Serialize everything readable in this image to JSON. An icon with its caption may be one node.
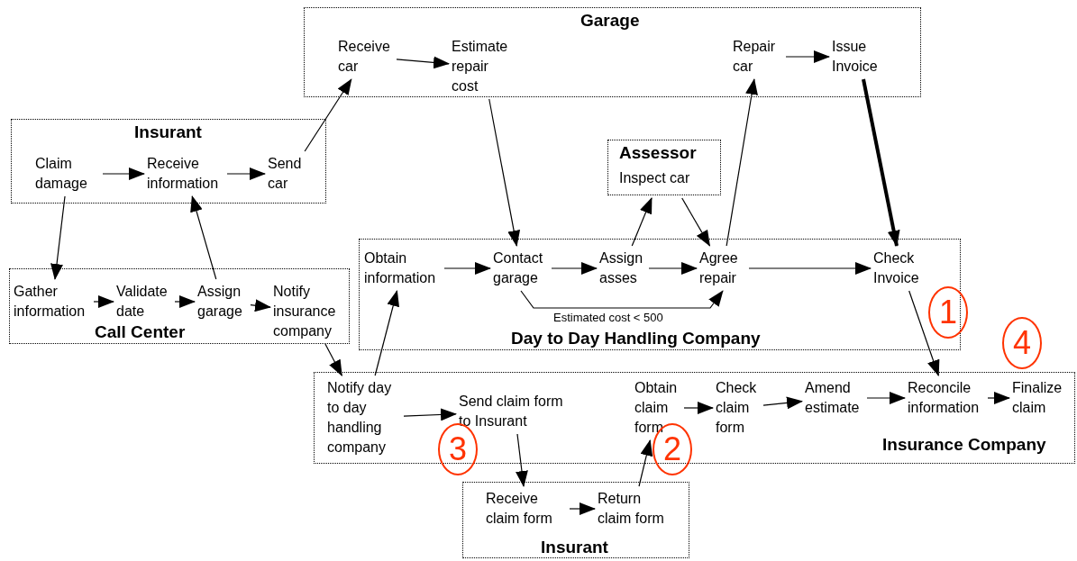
{
  "diagram": {
    "nodes": [
      {
        "text": [
          "Garage"
        ]
      },
      {
        "text": [
          "Receive car"
        ],
        "in": 0
      },
      {
        "text": [
          "Estimate repair cost"
        ],
        "in": 0
      },
      {
        "text": [
          "Repair car"
        ],
        "in": 0
      },
      {
        "text": [
          "Issue Invoice"
        ],
        "in": 0
      },
      {
        "text": [
          "Insurant"
        ]
      },
      {
        "text": [
          "Claim damage"
        ],
        "in": 5
      },
      {
        "text": [
          "Receive information"
        ],
        "in": 5
      },
      {
        "text": [
          "Send car"
        ],
        "in": 5
      },
      {
        "text": [
          "Assessor",
          "Inspect car"
        ]
      },
      {
        "text": [
          "Call Center"
        ]
      },
      {
        "text": [
          "Gather information"
        ],
        "in": 10
      },
      {
        "text": [
          "Validate date"
        ],
        "in": 10
      },
      {
        "text": [
          "Assign garage"
        ],
        "in": 10
      },
      {
        "text": [
          "Notify insurance company"
        ],
        "in": 10
      },
      {
        "text": [
          "Day to Day Handling Company"
        ]
      },
      {
        "text": [
          "Obtain information"
        ],
        "in": 15
      },
      {
        "text": [
          "Contact garage"
        ],
        "in": 15
      },
      {
        "text": [
          "Assign asses"
        ],
        "in": 15
      },
      {
        "text": [
          "Agree repair"
        ],
        "in": 15
      },
      {
        "text": [
          "Check Invoice"
        ],
        "in": 15
      },
      {
        "text": [
          "Insurance Company"
        ]
      },
      {
        "text": [
          "Notify day to day handling company"
        ],
        "in": 21
      },
      {
        "text": [
          "Send claim form to Insurant"
        ],
        "in": 21
      },
      {
        "text": [
          "Obtain claim form"
        ],
        "in": 21
      },
      {
        "text": [
          "Check claim form"
        ],
        "in": 21
      },
      {
        "text": [
          "Amend estimate"
        ],
        "in": 21
      },
      {
        "text": [
          "Reconcile information"
        ],
        "in": 21
      },
      {
        "text": [
          "Finalize claim"
        ],
        "in": 21
      },
      {
        "text": [
          "Insurant"
        ]
      },
      {
        "text": [
          "Receive claim form"
        ],
        "in": 29
      },
      {
        "text": [
          "Return claim form"
        ],
        "in": 29
      }
    ],
    "edges": [
      {
        "from": 1,
        "to": 2,
        "arrow": "to"
      },
      {
        "from": 3,
        "to": 4,
        "arrow": "to"
      },
      {
        "from": 6,
        "to": 7,
        "arrow": "to"
      },
      {
        "from": 7,
        "to": 8,
        "arrow": "to"
      },
      {
        "from": 8,
        "to": 1,
        "arrow": "to"
      },
      {
        "from": 6,
        "to": 11,
        "arrow": "to"
      },
      {
        "from": 13,
        "to": 7,
        "arrow": "to"
      },
      {
        "from": 11,
        "to": 12,
        "arrow": "to"
      },
      {
        "from": 12,
        "to": 13,
        "arrow": "to"
      },
      {
        "from": 13,
        "to": 14,
        "arrow": "to"
      },
      {
        "from": 2,
        "to": 17,
        "arrow": "to"
      },
      {
        "from": 4,
        "to": 20,
        "arrow": "to",
        "style": "thick"
      },
      {
        "from": 16,
        "to": 17,
        "arrow": "to"
      },
      {
        "from": 17,
        "to": 18,
        "arrow": "to"
      },
      {
        "from": 18,
        "to": 9,
        "arrow": "to"
      },
      {
        "from": 9,
        "to": 19,
        "arrow": "to"
      },
      {
        "from": 18,
        "to": 19,
        "arrow": "to"
      },
      {
        "from": 17,
        "to": 19,
        "arrow": "to",
        "label": "Estimated cost < 500"
      },
      {
        "from": 19,
        "to": 3,
        "arrow": "to"
      },
      {
        "from": 19,
        "to": 20,
        "arrow": "to"
      },
      {
        "from": 14,
        "to": 22,
        "arrow": "to"
      },
      {
        "from": 22,
        "to": 16,
        "arrow": "to"
      },
      {
        "from": 20,
        "to": 27,
        "arrow": "to"
      },
      {
        "from": 22,
        "to": 23,
        "arrow": "to"
      },
      {
        "from": 23,
        "to": 30,
        "arrow": "to"
      },
      {
        "from": 30,
        "to": 31,
        "arrow": "to"
      },
      {
        "from": 31,
        "to": 24,
        "arrow": "to"
      },
      {
        "from": 24,
        "to": 25,
        "arrow": "to"
      },
      {
        "from": 25,
        "to": 26,
        "arrow": "to"
      },
      {
        "from": 26,
        "to": 27,
        "arrow": "to"
      },
      {
        "from": 27,
        "to": 28,
        "arrow": "to"
      }
    ],
    "labels": [
      "1",
      "2",
      "3",
      "4"
    ]
  }
}
